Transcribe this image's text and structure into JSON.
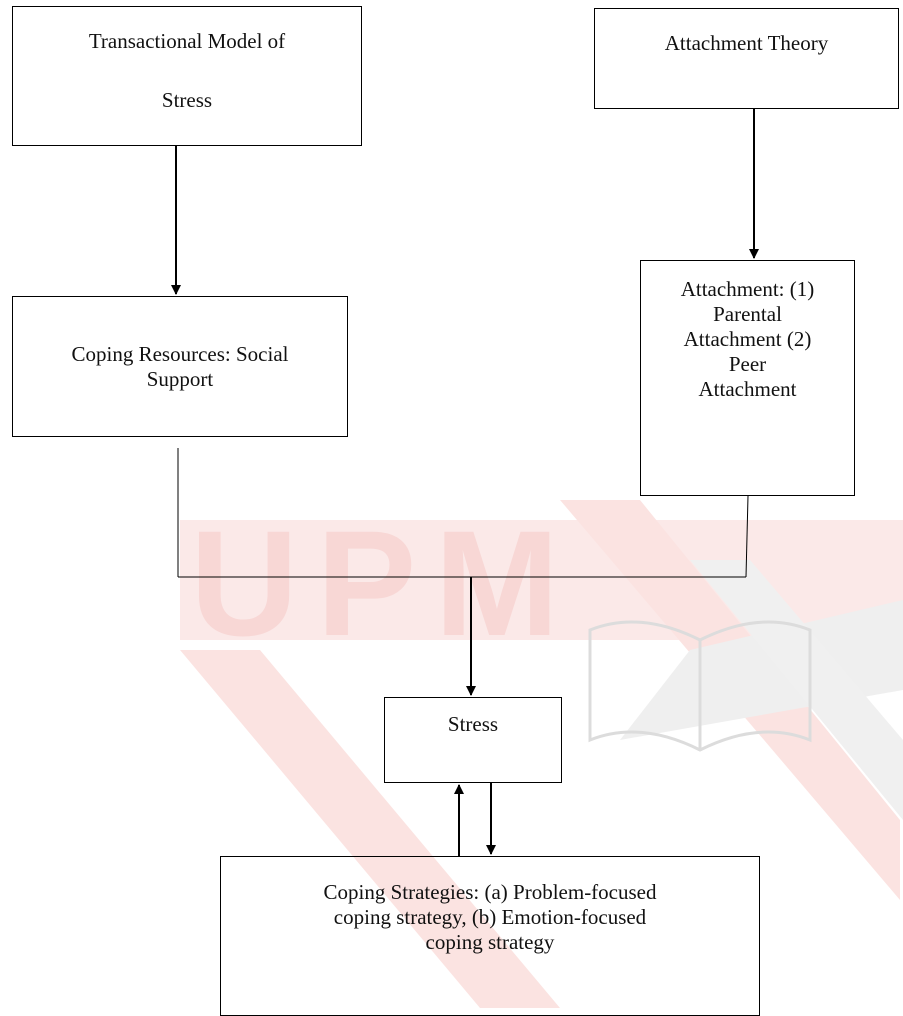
{
  "watermark": {
    "text": "UPM",
    "colors": {
      "red": "#f8d7d5",
      "gray": "#ececec"
    }
  },
  "nodes": {
    "transactional_model": {
      "line1": "Transactional Model of",
      "line2": "Stress"
    },
    "attachment_theory": {
      "label": "Attachment Theory"
    },
    "coping_resources": {
      "line1": "Coping Resources: Social",
      "line2": "Support"
    },
    "attachment": {
      "line1": "Attachment: (1)",
      "line2": "Parental",
      "line3": "Attachment (2)",
      "line4": "Peer",
      "line5": "Attachment"
    },
    "stress": {
      "label": "Stress"
    },
    "coping_strategies": {
      "line1": "Coping Strategies: (a) Problem-focused",
      "line2": "coping strategy, (b) Emotion-focused",
      "line3": "coping strategy"
    }
  },
  "colors": {
    "line": "#000000",
    "text": "#111111"
  }
}
